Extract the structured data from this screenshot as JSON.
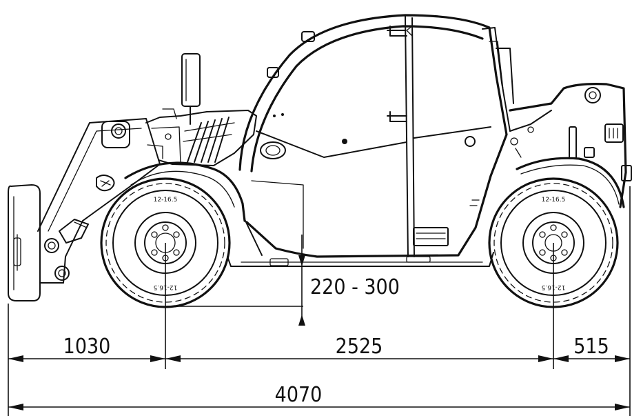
{
  "dimensions": {
    "ground_clearance": "220 - 300",
    "front_overhang": "1030",
    "wheelbase": "2525",
    "rear_overhang": "515",
    "overall_length": "4070"
  },
  "tire_marking": "12-16.5",
  "colors": {
    "line": "#111111",
    "background": "#ffffff"
  }
}
